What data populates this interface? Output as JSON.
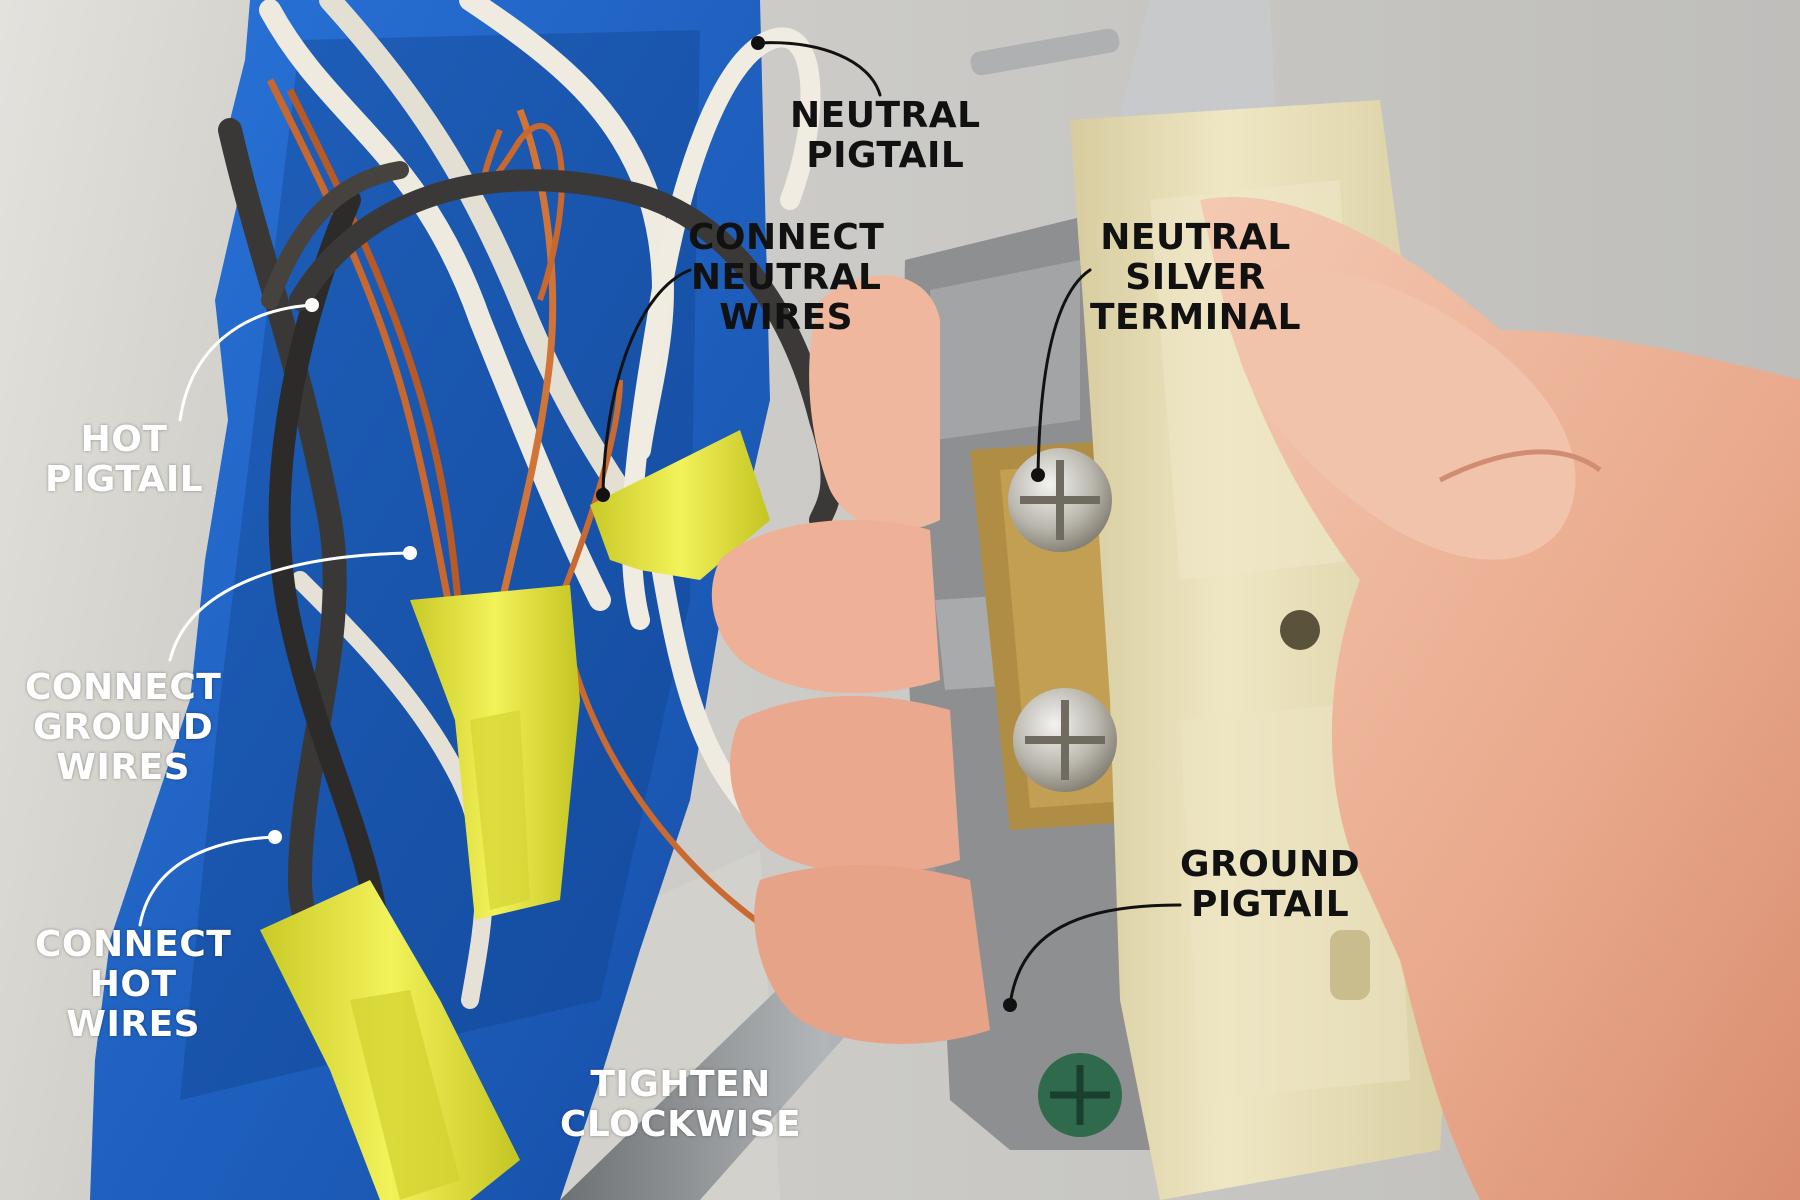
{
  "callouts": {
    "neutral_pigtail": [
      "NEUTRAL",
      "PIGTAIL"
    ],
    "connect_neutral_wires": [
      "CONNECT",
      "NEUTRAL",
      "WIRES"
    ],
    "neutral_silver_terminal": [
      "NEUTRAL",
      "SILVER",
      "TERMINAL"
    ],
    "hot_pigtail": [
      "HOT",
      "PIGTAIL"
    ],
    "connect_ground_wires": [
      "CONNECT",
      "GROUND",
      "WIRES"
    ],
    "connect_hot_wires": [
      "CONNECT",
      "HOT",
      "WIRES"
    ],
    "ground_pigtail": [
      "GROUND",
      "PIGTAIL"
    ],
    "tighten_clockwise": [
      "TIGHTEN",
      "CLOCKWISE"
    ]
  },
  "colors": {
    "dark_label": "#111111",
    "light_label": "#ffffff",
    "drywall": "#d9d7d2",
    "electrical_box": "#1f63c9",
    "wire_nut": "#e6e63a",
    "copper_wire": "#c8682f",
    "receptacle": "#e8dfb6",
    "neutral_wire": "#eeeae0",
    "hot_wire": "#3a3836",
    "screwdriver": "#8a8d8f"
  }
}
